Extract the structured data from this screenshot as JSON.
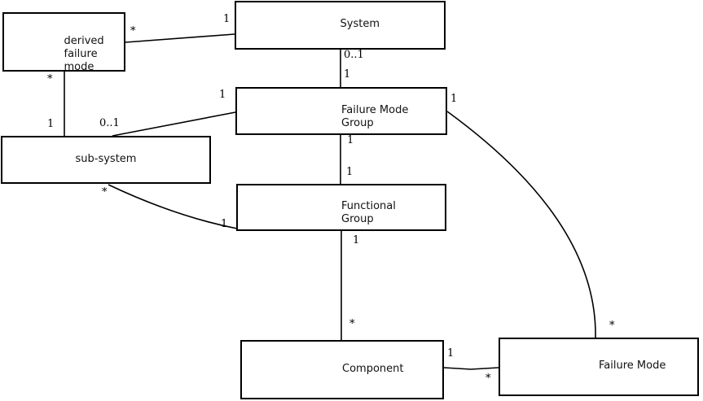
{
  "diagram": {
    "boxes": {
      "derived_failure_mode": {
        "lines": [
          "derived",
          "failure",
          "mode"
        ]
      },
      "system": {
        "label": "System"
      },
      "failure_mode_group": {
        "lines": [
          "Failure Mode",
          "Group"
        ]
      },
      "sub_system": {
        "label": "sub-system"
      },
      "functional_group": {
        "lines": [
          "Functional",
          "Group"
        ]
      },
      "component": {
        "label": "Component"
      },
      "failure_mode": {
        "label": "Failure Mode"
      }
    },
    "associations": {
      "system_derived_failure_mode": {
        "at_system": "1",
        "at_derived_failure_mode": "*"
      },
      "derived_failure_mode_sub_system": {
        "at_derived_failure_mode": "*",
        "at_sub_system": "1"
      },
      "system_failure_mode_group": {
        "at_system": "0..1",
        "at_failure_mode_group": "1"
      },
      "failure_mode_group_sub_system": {
        "at_failure_mode_group": "1",
        "at_sub_system": "0..1"
      },
      "failure_mode_group_functional_group": {
        "at_failure_mode_group": "1",
        "at_functional_group": "1"
      },
      "sub_system_functional_group": {
        "at_sub_system": "*",
        "at_functional_group": "1"
      },
      "functional_group_component": {
        "at_functional_group": "1",
        "at_component": "*"
      },
      "failure_mode_group_failure_mode": {
        "at_failure_mode_group": "1",
        "at_failure_mode": "*"
      },
      "component_failure_mode": {
        "at_component": "1",
        "at_failure_mode": "*"
      }
    },
    "colors": {
      "line": "#000000",
      "background": "#ffffff",
      "text": "#111111"
    }
  }
}
